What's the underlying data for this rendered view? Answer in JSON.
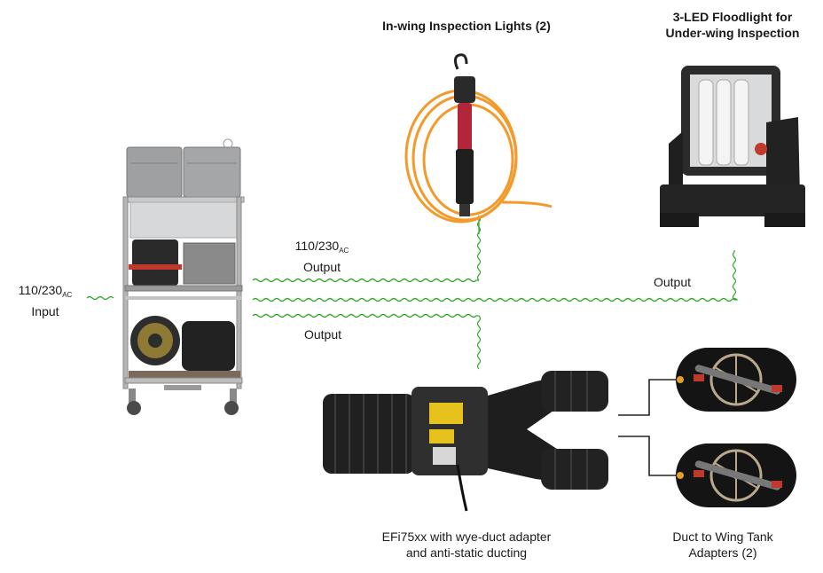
{
  "titles": {
    "inwing_lights": "In-wing Inspection Lights (2)",
    "floodlight_line1": "3-LED Floodlight for",
    "floodlight_line2": "Under-wing Inspection"
  },
  "labels": {
    "input_voltage": "110/230",
    "input_sub": "AC",
    "input_word": "Input",
    "output_voltage": "110/230",
    "output_sub": "AC",
    "output_word_top": "Output",
    "output_right": "Output",
    "output_bottom": "Output"
  },
  "captions": {
    "efi_line1": "EFi75xx with wye-duct adapter",
    "efi_line2": "and anti-static ducting",
    "duct_line1": "Duct to Wing Tank",
    "duct_line2": "Adapters (2)"
  },
  "colors": {
    "wire": "#3aa935",
    "cable_orange": "#f39a2a",
    "frame": "#6b6b6b"
  }
}
